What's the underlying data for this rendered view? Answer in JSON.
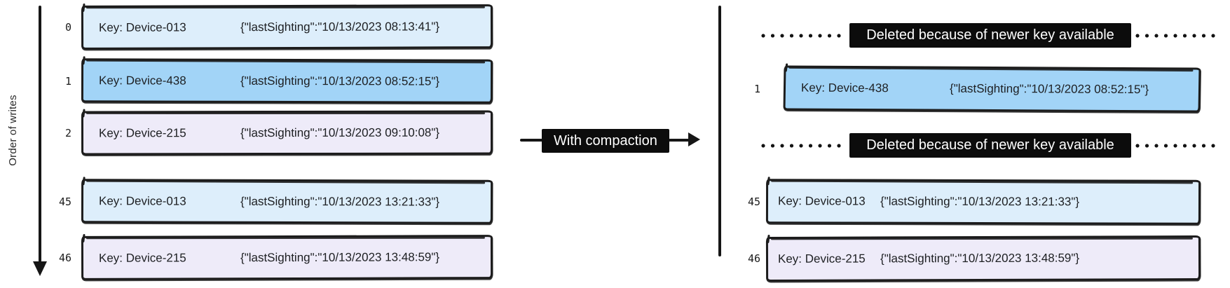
{
  "left_panel": {
    "axis_label": "Order of writes",
    "rows": [
      {
        "index": "0",
        "key": "Key: Device-013",
        "value": "{\"lastSighting\":\"10/13/2023 08:13:41\"}",
        "color": "light_blue"
      },
      {
        "index": "1",
        "key": "Key: Device-438",
        "value": "{\"lastSighting\":\"10/13/2023 08:52:15\"}",
        "color": "blue"
      },
      {
        "index": "2",
        "key": "Key: Device-215",
        "value": "{\"lastSighting\":\"10/13/2023 09:10:08\"}",
        "color": "lavender"
      },
      {
        "index": "45",
        "key": "Key: Device-013",
        "value": "{\"lastSighting\":\"10/13/2023 13:21:33\"}",
        "color": "light_blue"
      },
      {
        "index": "46",
        "key": "Key: Device-215",
        "value": "{\"lastSighting\":\"10/13/2023 13:48:59\"}",
        "color": "lavender"
      }
    ]
  },
  "compaction": {
    "label": "With compaction"
  },
  "right_panel": {
    "items": [
      {
        "type": "deleted",
        "label": "Deleted because of newer key available"
      },
      {
        "type": "record",
        "index": "1",
        "key": "Key: Device-438",
        "value": "{\"lastSighting\":\"10/13/2023 08:52:15\"}",
        "color": "blue"
      },
      {
        "type": "deleted",
        "label": "Deleted because of newer key available"
      },
      {
        "type": "record",
        "index": "45",
        "key": "Key: Device-013",
        "value": "{\"lastSighting\":\"10/13/2023 13:21:33\"}",
        "color": "light_blue"
      },
      {
        "type": "record",
        "index": "46",
        "key": "Key: Device-215",
        "value": "{\"lastSighting\":\"10/13/2023 13:48:59\"}",
        "color": "lavender"
      }
    ]
  },
  "colors": {
    "record_light_blue": "#ddeefb",
    "record_blue": "#a2d4f7",
    "record_lavender": "#eeebf9",
    "stroke": "#1c1c1c",
    "label_bg": "#0c0c0c",
    "label_text": "#ffffff"
  }
}
